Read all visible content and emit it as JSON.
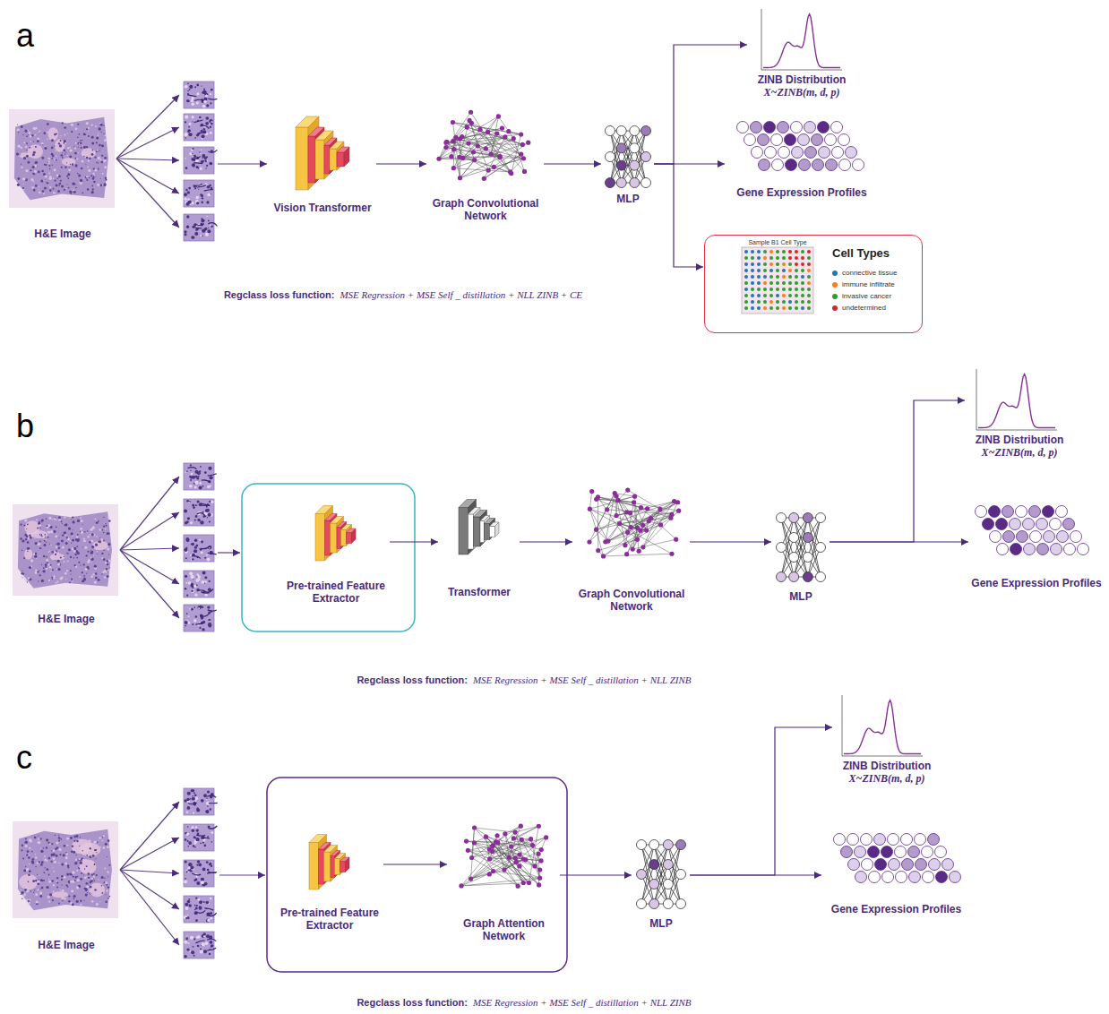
{
  "diagram": {
    "nodes": [
      {
        "text": [
          "H&E Image"
        ]
      },
      {
        "text": [
          "Vision Transformer"
        ]
      },
      {
        "text": [
          "Graph Convolutional Network"
        ]
      },
      {
        "text": [
          "MLP"
        ]
      },
      {
        "text": [
          "ZINB Distribution",
          "X~ZINB(m, d, p)"
        ]
      },
      {
        "text": [
          "Gene Expression Profiles"
        ]
      },
      {
        "text": [
          "Cell Types"
        ]
      },
      {
        "text": [
          "H&E Image"
        ]
      },
      {
        "text": [
          "Pre-trained Feature Extractor"
        ]
      },
      {
        "text": [
          "Transformer"
        ]
      },
      {
        "text": [
          "Graph Convolutional Network"
        ]
      },
      {
        "text": [
          "MLP"
        ]
      },
      {
        "text": [
          "ZINB Distribution",
          "X~ZINB(m, d, p)"
        ]
      },
      {
        "text": [
          "Gene Expression Profiles"
        ]
      },
      {
        "text": [
          "H&E Image"
        ]
      },
      {
        "text": [
          "Pre-trained Feature Extractor"
        ]
      },
      {
        "text": [
          "Graph Attention Network"
        ]
      },
      {
        "text": [
          "MLP"
        ]
      },
      {
        "text": [
          "ZINB Distribution",
          "X~ZINB(m, d, p)"
        ]
      },
      {
        "text": [
          "Gene Expression Profiles"
        ]
      }
    ],
    "edges": [
      {
        "from": 1,
        "to": 2,
        "arrow": "to"
      },
      {
        "from": 2,
        "to": 3,
        "arrow": "to"
      },
      {
        "from": 3,
        "to": 4,
        "arrow": "to"
      },
      {
        "from": 3,
        "to": 5,
        "arrow": "to"
      },
      {
        "from": 3,
        "to": 6,
        "arrow": "to"
      },
      {
        "from": 8,
        "to": 9,
        "arrow": "to"
      },
      {
        "from": 9,
        "to": 10,
        "arrow": "to"
      },
      {
        "from": 10,
        "to": 11,
        "arrow": "to"
      },
      {
        "from": 11,
        "to": 12,
        "arrow": "to"
      },
      {
        "from": 11,
        "to": 13,
        "arrow": "to"
      },
      {
        "from": 15,
        "to": 16,
        "arrow": "to"
      },
      {
        "from": 16,
        "to": 17,
        "arrow": "to"
      },
      {
        "from": 17,
        "to": 18,
        "arrow": "to"
      },
      {
        "from": 17,
        "to": 19,
        "arrow": "to"
      }
    ],
    "labels": [
      "a",
      "Regclass loss function:",
      "MSE Regression + MSE Self _ distillation + NLL ZINB + CE",
      "Sample B1 Cell Type",
      "b",
      "Regclass loss function:",
      "MSE Regression + MSE Self _ distillation + NLL ZINB",
      "c",
      "Regclass loss function:",
      "MSE Regression + MSE Self _ distillation + NLL ZINB"
    ],
    "legend": [
      {
        "text": "connective tissue",
        "color": "#1f77b4"
      },
      {
        "text": "immune infiltrate",
        "color": "#ff7f0e"
      },
      {
        "text": "invasive cancer",
        "color": "#2ca02c"
      },
      {
        "text": "undetermined",
        "color": "#d62728"
      }
    ]
  }
}
